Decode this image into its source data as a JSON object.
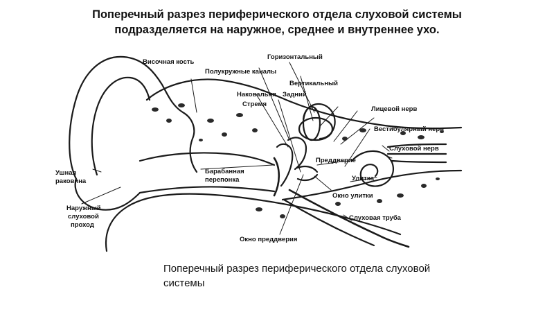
{
  "title": {
    "line1": "Поперечный разрез периферического отдела слуховой системы",
    "line2": "подразделяется на наружное, среднее и внутреннее ухо."
  },
  "labels": {
    "temporal_bone": "Височная кость",
    "horizontal": "Горизонтальный",
    "semicircular_canals": "Полукружные каналы",
    "vertical": "Вертикальный",
    "incus": "Наковальня",
    "posterior": "Задний",
    "stapes": "Стремя",
    "facial_nerve": "Лицевой нерв",
    "vestibular_nerve": "Вестибулярный нерв",
    "auditory_nerve": "Слуховой нерв",
    "vestibule": "Преддверие",
    "cochlea": "Улитка",
    "auricle_1": "Ушная",
    "auricle_2": "раковина",
    "tympanic_1": "Барабанная",
    "tympanic_2": "перепонка",
    "round_window": "Окно улитки",
    "ear_canal_1": "Наружный",
    "ear_canal_2": "слуховой",
    "ear_canal_3": "проход",
    "eustachian_tube": "Слуховая труба",
    "oval_window": "Окно преддверия"
  },
  "caption": {
    "line1": "Поперечный разрез периферического отдела слуховой",
    "line2": "системы"
  }
}
